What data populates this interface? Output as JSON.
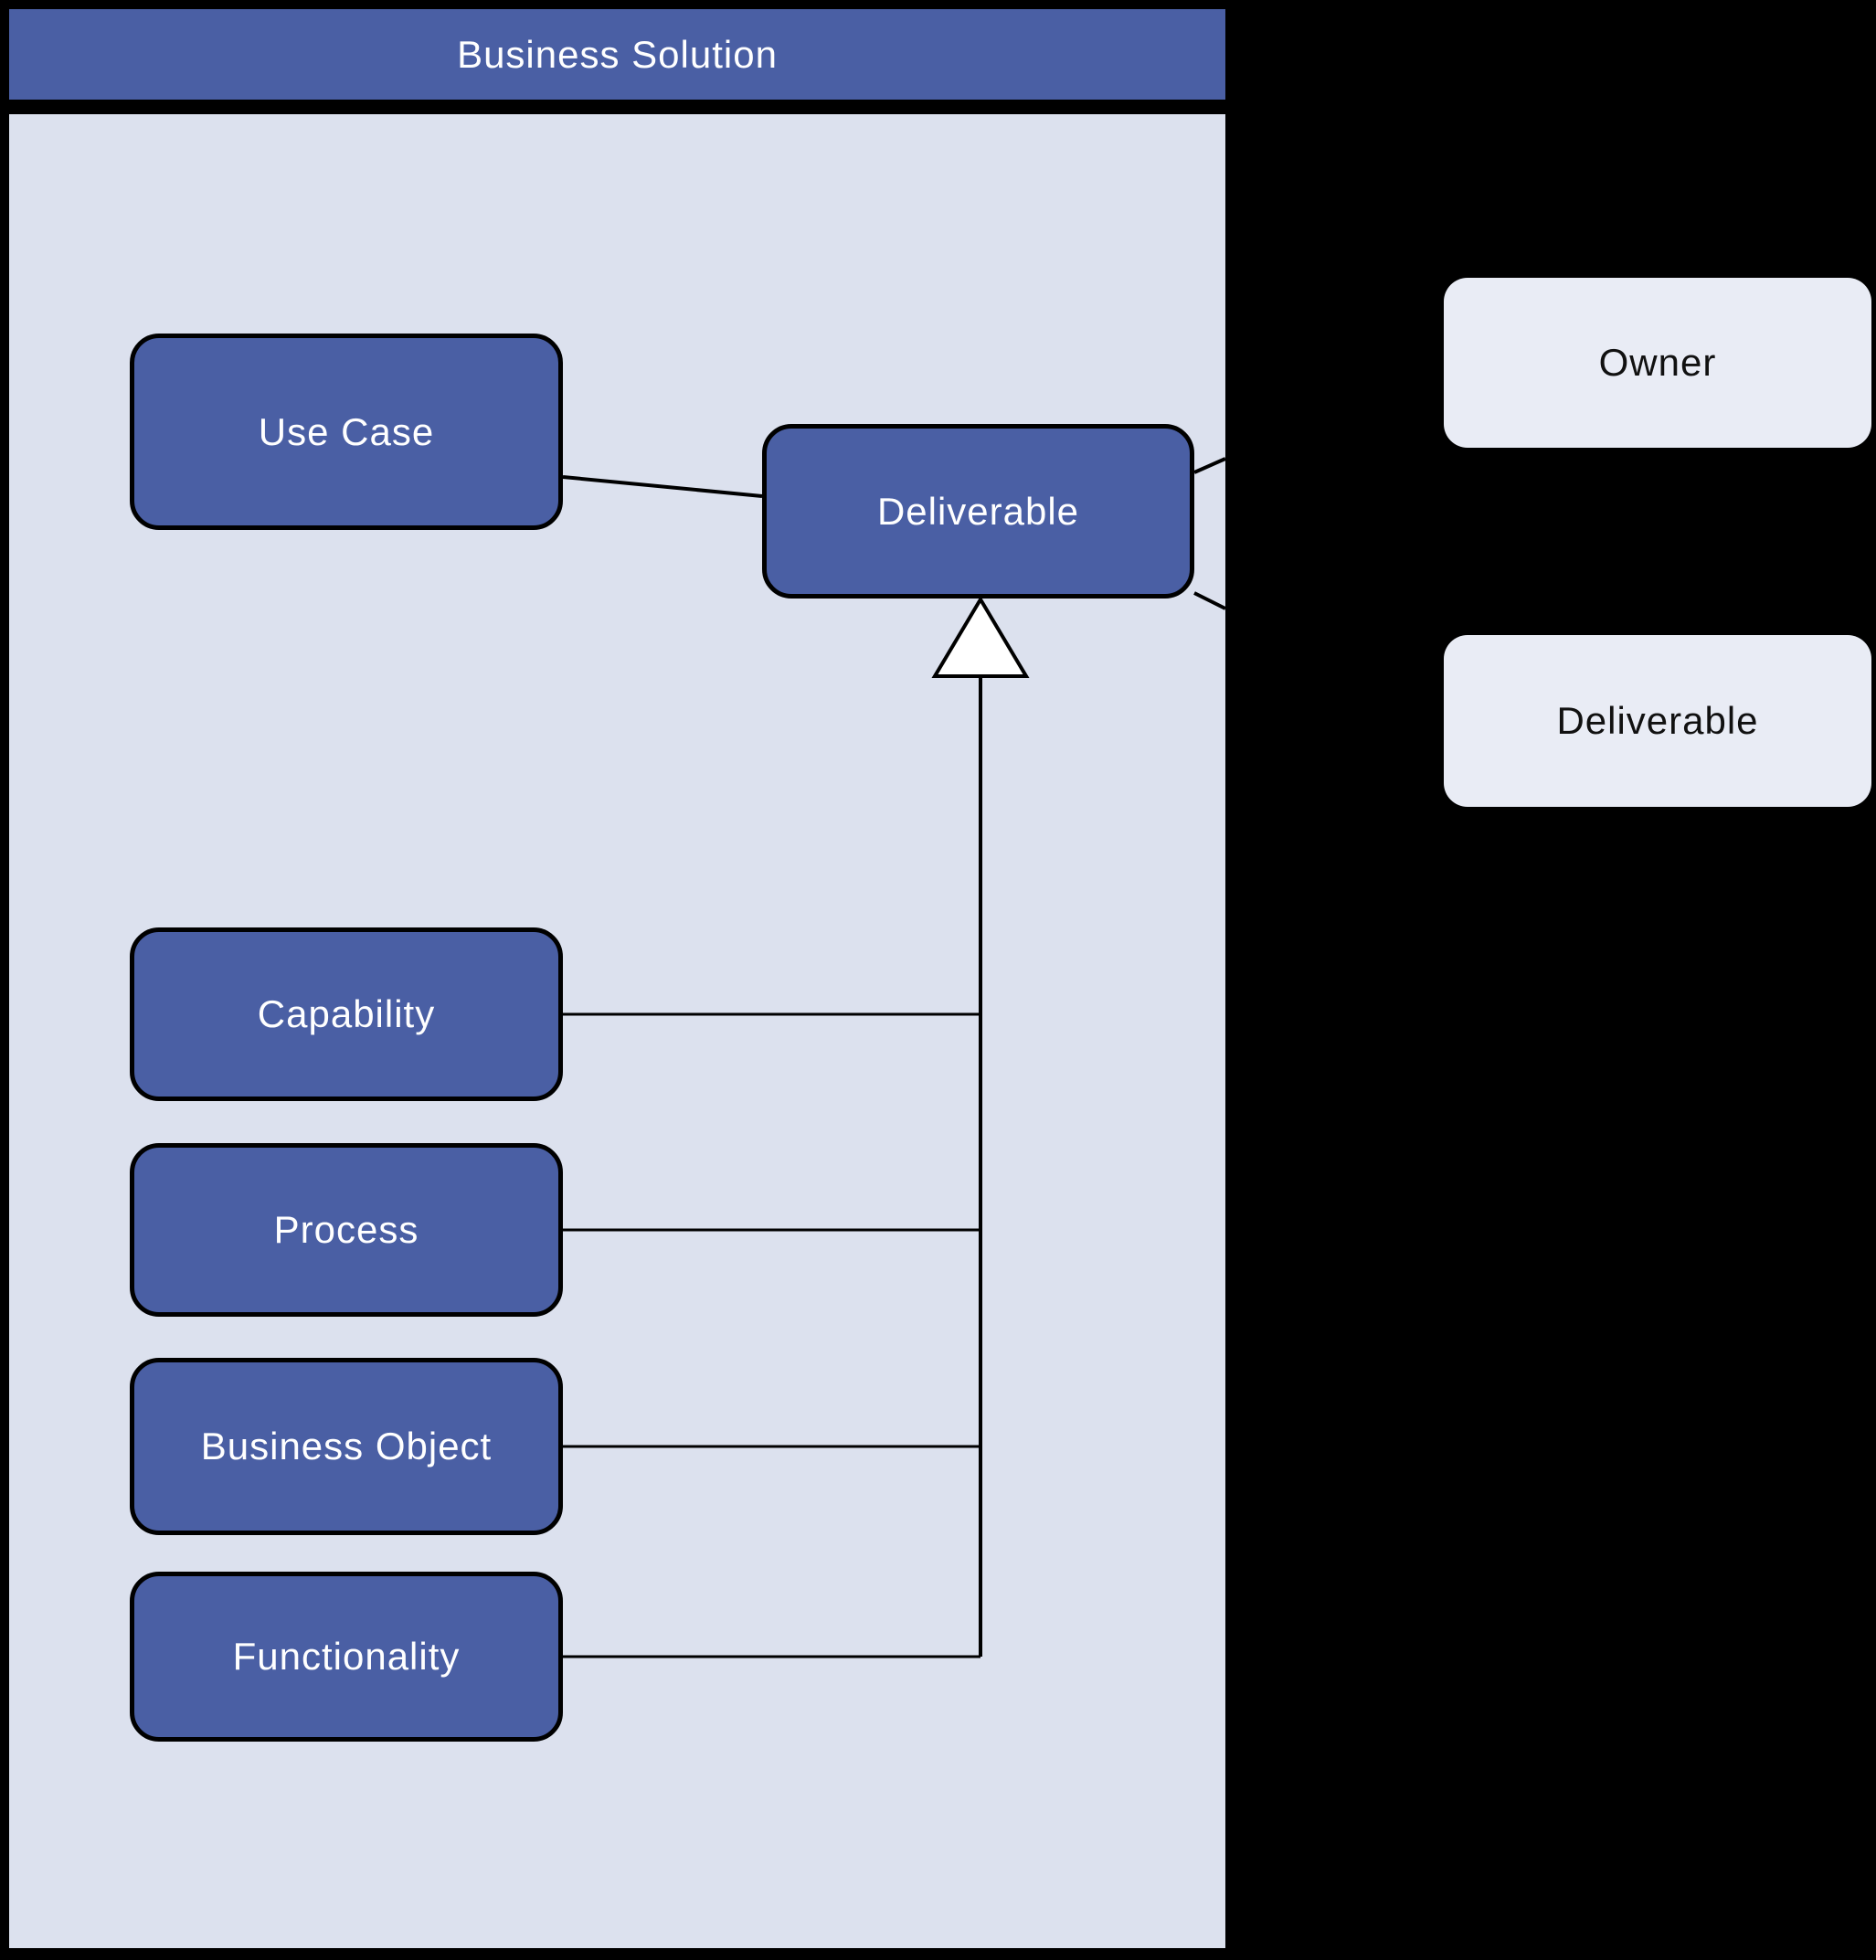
{
  "diagram": {
    "container_title": "Business Solution",
    "nodes": {
      "use_case": {
        "label": "Use Case"
      },
      "deliverable": {
        "label": "Deliverable"
      },
      "capability": {
        "label": "Capability"
      },
      "process": {
        "label": "Process"
      },
      "business_object": {
        "label": "Business Object"
      },
      "functionality": {
        "label": "Functionality"
      }
    },
    "legend": {
      "owner": {
        "label": "Owner"
      },
      "deliverable": {
        "label": "Deliverable"
      }
    },
    "relationships": {
      "generalization_children": [
        "Capability",
        "Process",
        "Business Object",
        "Functionality"
      ],
      "generalization_parent": "Deliverable",
      "association": "Use Case — Deliverable"
    },
    "colors": {
      "background": "#000000",
      "container_fill": "#dce1ee",
      "header_fill": "#4a5fa4",
      "node_fill": "#4a5fa4",
      "node_text": "#ffffff",
      "header_text": "#ffffff",
      "legend_fill": "#e9ecf5",
      "legend_text": "#111111",
      "line": "#000000",
      "triangle_fill": "#ffffff"
    }
  }
}
